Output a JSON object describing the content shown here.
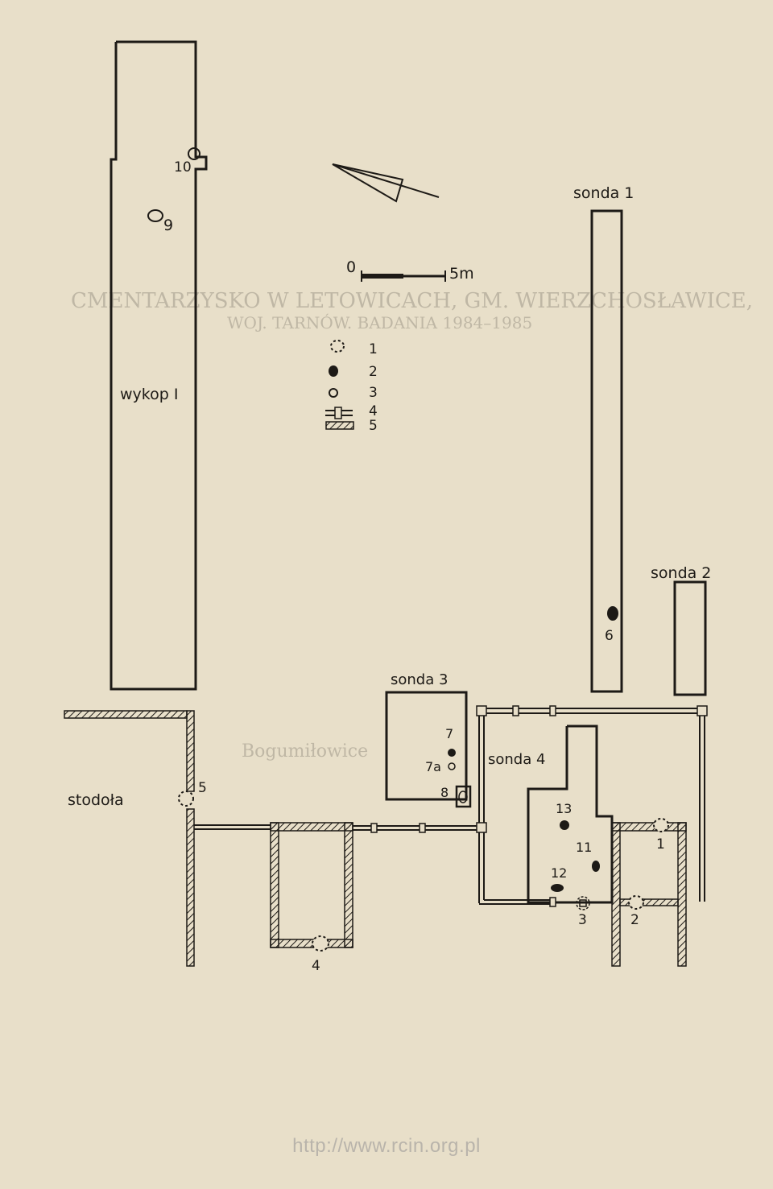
{
  "labels": {
    "wykop": "wykop I",
    "sonda1": "sonda 1",
    "sonda2": "sonda 2",
    "sonda3": "sonda 3",
    "sonda4": "sonda 4",
    "stodola": "stodoła",
    "scale_zero": "0",
    "scale_end": "5m"
  },
  "legend": [
    "1",
    "2",
    "3",
    "4",
    "5"
  ],
  "features": {
    "f1": "1",
    "f2": "2",
    "f3": "3",
    "f4": "4",
    "f5": "5",
    "f6": "6",
    "f7": "7",
    "f7a": "7a",
    "f8": "8",
    "f9": "9",
    "f10": "10",
    "f11": "11",
    "f12": "12",
    "f13": "13"
  },
  "bleed_through": {
    "line1": "CMENTARZYSKO W LETOWICACH, GM. WIERZCHOSŁAWICE,",
    "line2": "WOJ. TARNÓW. BADANIA 1984–1985",
    "place": "Bogumiłowice"
  },
  "footer_url": "http://www.rcin.org.pl"
}
